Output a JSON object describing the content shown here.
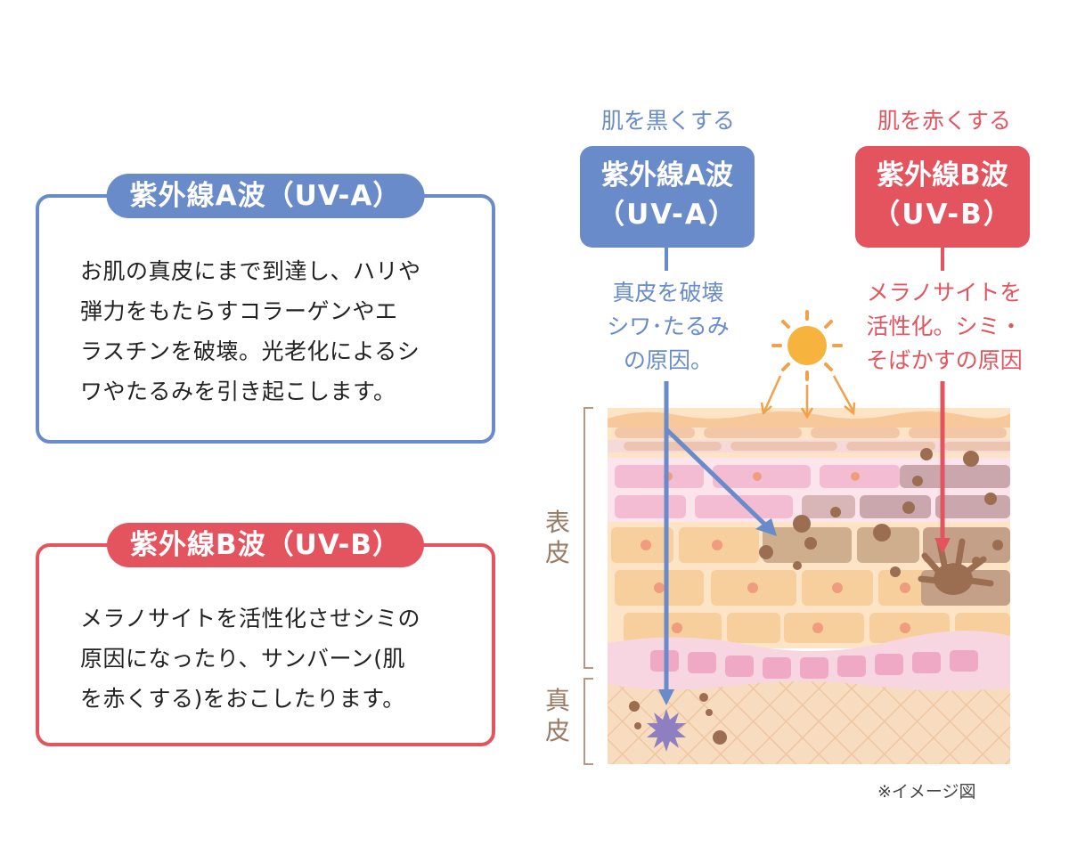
{
  "uva_box": {
    "title": "紫外線A波（UV-A）",
    "lines": [
      "お肌の真皮にまで到達し、ハリや",
      "弾力をもたらすコラーゲンやエ",
      "ラスチンを破壊。光老化によるシ",
      "ワやたるみを引き起こします。"
    ]
  },
  "uvb_box": {
    "title": "紫外線B波（UV-B）",
    "lines": [
      "メラノサイトを活性化させシミの",
      "原因になったり、サンバーン(肌",
      "を赤くする)をおこしたります。"
    ]
  },
  "uva_diagram": {
    "top_label": "肌を黒くする",
    "badge_line1": "紫外線A波",
    "badge_line2": "（UV-A）",
    "effect_lines": [
      "真皮を破壊",
      "シワ･たるみ",
      "の原因。"
    ]
  },
  "uvb_diagram": {
    "top_label": "肌を赤くする",
    "badge_line1": "紫外線B波",
    "badge_line2": "（UV-B）",
    "effect_lines": [
      "メラノサイトを",
      "活性化。シミ・",
      "そばかすの原因"
    ]
  },
  "layers": {
    "epidermis": [
      "表",
      "皮"
    ],
    "dermis": [
      "真",
      "皮"
    ]
  },
  "footnote": "※イメージ図",
  "icons": {
    "sun": "sun-icon",
    "uva_damage": "starburst-icon",
    "melanocyte": "melanocyte-icon"
  },
  "colors": {
    "uva": "#6a8bc9",
    "uvb": "#e4545f",
    "sun": "#f6b33e",
    "sun_rays": "#f0a24a",
    "layer_bracket": "#9a7b64"
  }
}
